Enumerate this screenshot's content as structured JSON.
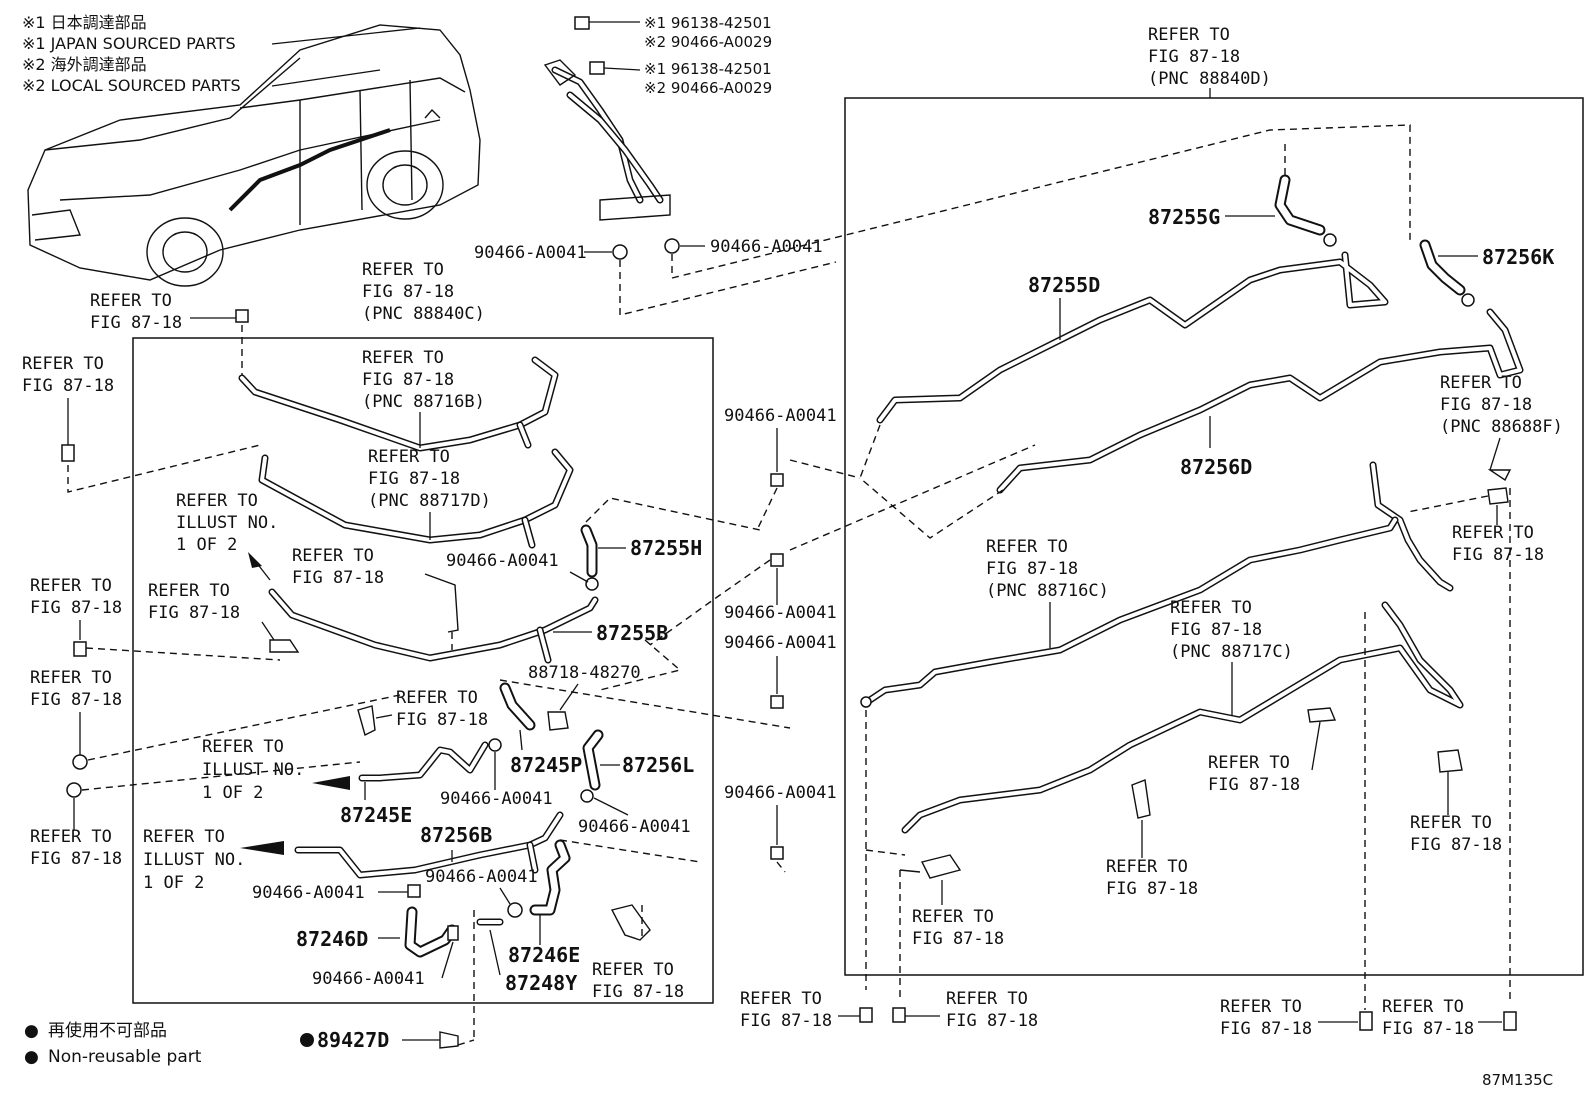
{
  "header_notes": {
    "n1_jp": "※1 日本調達部品",
    "n1_en": "※1 JAPAN SOURCED PARTS",
    "n2_jp": "※2 海外調達部品",
    "n2_en": "※2 LOCAL SOURCED PARTS"
  },
  "part_codes": {
    "c1a": "※1 96138-42501",
    "c2a": "※2 90466-A0029",
    "c1b": "※1 96138-42501",
    "c2b": "※2 90466-A0029"
  },
  "refer": {
    "refer_to": "REFER TO",
    "fig": "FIG 87-18",
    "illust": "ILLUST NO.",
    "one_of_two": "1 OF 2",
    "pnc_88840C": "(PNC 88840C)",
    "pnc_88840D": "(PNC 88840D)",
    "pnc_88716B": "(PNC 88716B)",
    "pnc_88717D": "(PNC 88717D)",
    "pnc_88716C": "(PNC 88716C)",
    "pnc_88717C": "(PNC 88717C)",
    "pnc_88688F": "(PNC 88688F)"
  },
  "parts": {
    "p87255G": "87255G",
    "p87256K": "87256K",
    "p87255D": "87255D",
    "p87256D": "87256D",
    "p87255H": "87255H",
    "p87255B": "87255B",
    "p88718": "88718-48270",
    "p87245P": "87245P",
    "p87256L": "87256L",
    "p87245E": "87245E",
    "p87256B": "87256B",
    "p87246D": "87246D",
    "p87246E": "87246E",
    "p87248Y": "87248Y",
    "p89427D": "89427D",
    "clamp": "90466-A0041"
  },
  "legend": {
    "jp": "再使用不可部品",
    "en": "Non-reusable part",
    "dot": "●"
  },
  "diagram_code": "87M135C"
}
